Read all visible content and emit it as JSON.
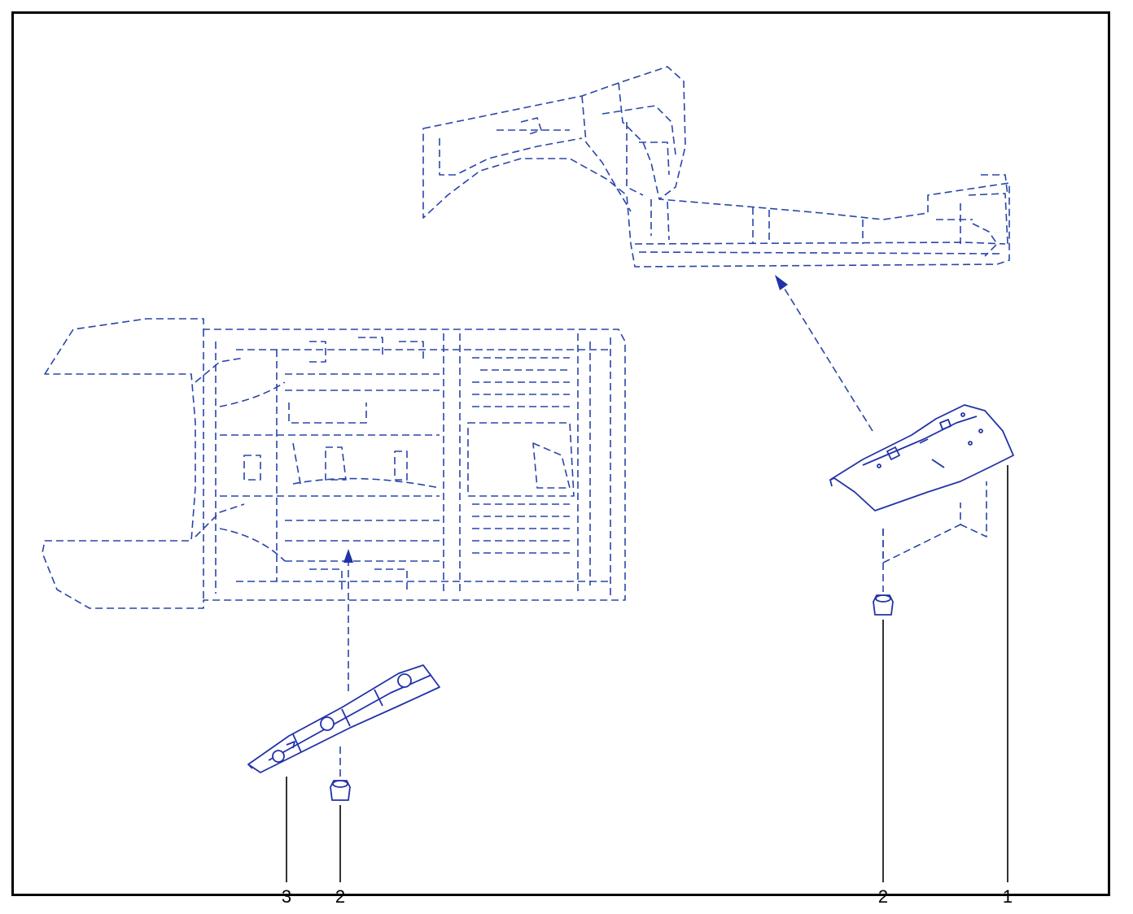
{
  "callouts": {
    "part_3_left": "3",
    "part_2_left": "2",
    "part_2_right": "2",
    "part_1_right": "1"
  },
  "colors": {
    "line": "#2233a8",
    "frame": "#000000",
    "background": "#ffffff"
  }
}
